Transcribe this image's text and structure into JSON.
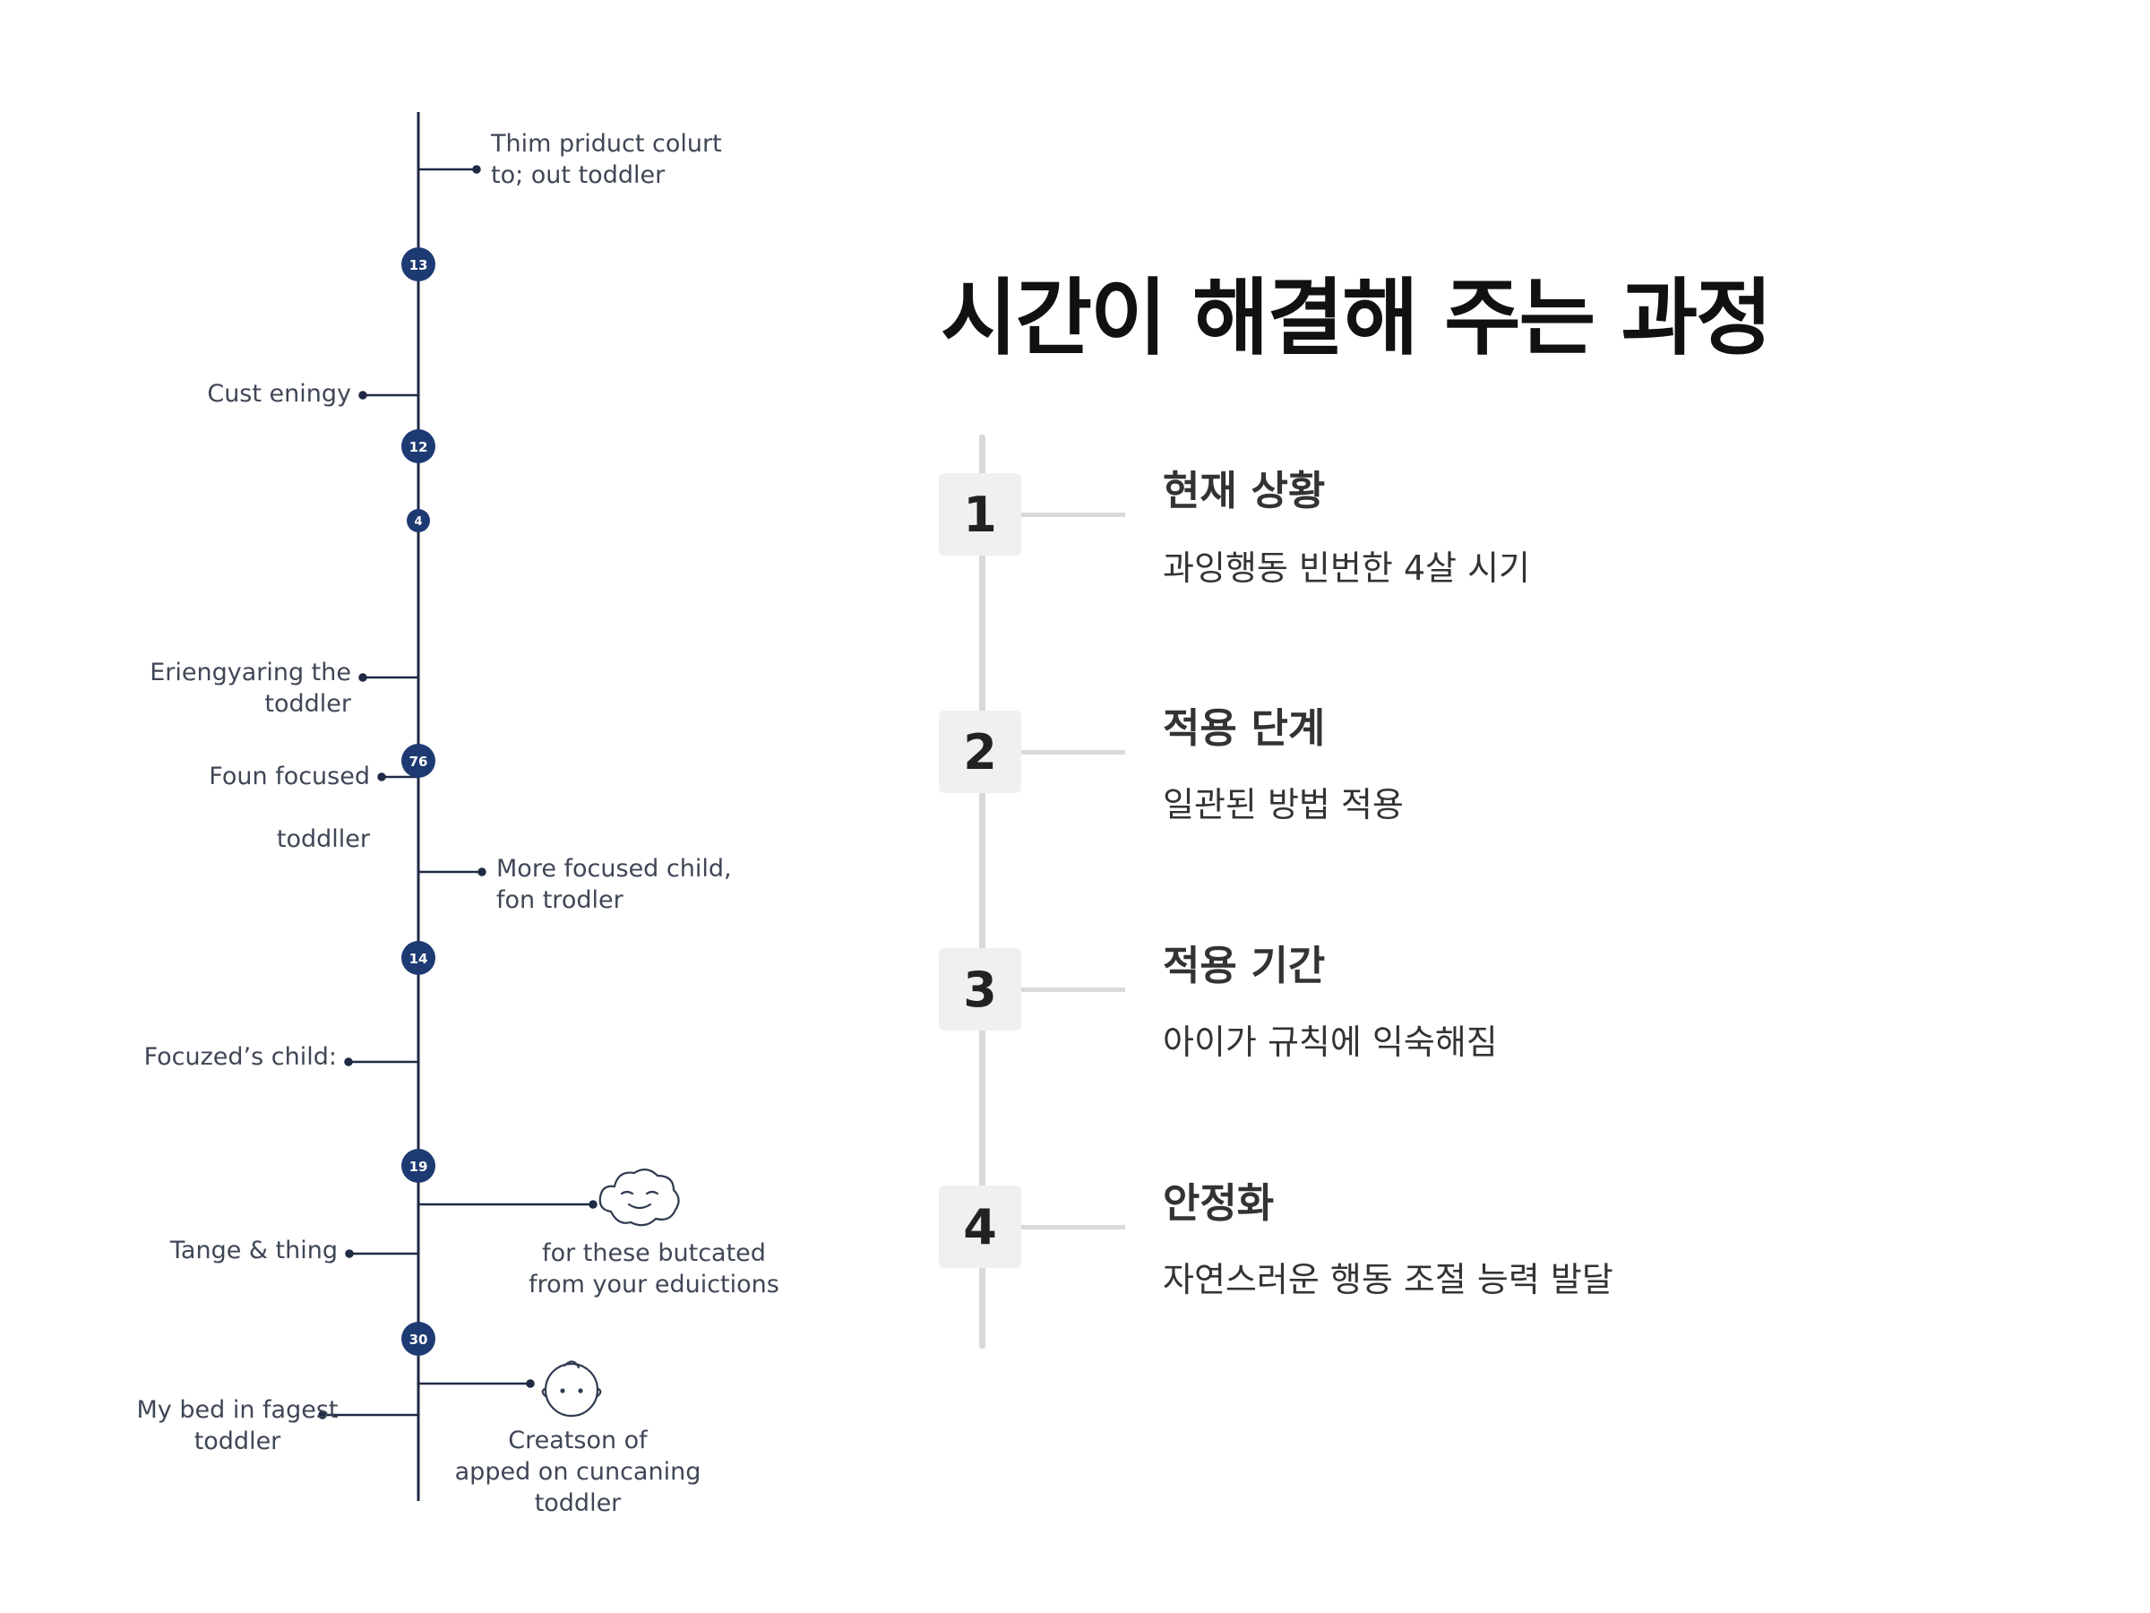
{
  "colors": {
    "timeline_line": "#1f2a44",
    "node_fill": "#1e3a73",
    "timeline_text": "#3f4656",
    "title": "#111111",
    "step_box": "#f1f0ef",
    "rail": "#d9d9d9",
    "step_text": "#333333"
  },
  "timeline": {
    "nodes": [
      {
        "label": "13"
      },
      {
        "label": "12"
      },
      {
        "label": "4"
      },
      {
        "label": "76"
      },
      {
        "label": "14"
      },
      {
        "label": "19"
      },
      {
        "label": "30"
      }
    ],
    "labels": [
      {
        "text": "Thim priduct colurt\nto; out toddler"
      },
      {
        "text": "Cust eningy"
      },
      {
        "text": "Eriengyaring the\ntoddler"
      },
      {
        "text": "Foun focused\n\ntoddller"
      },
      {
        "text": "More focused child,\nfon trodler"
      },
      {
        "text": "Focuzed’s child:"
      },
      {
        "text": "Tange & thing"
      },
      {
        "text": "for these butcated\nfrom your eduictions"
      },
      {
        "text": "My bed in fagest\ntoddler"
      },
      {
        "text": "Creatson of\napped on cuncaning\ntoddler"
      }
    ],
    "icons": [
      "cloud-face-icon",
      "baby-face-icon"
    ]
  },
  "process": {
    "title": "시간이 해결해 주는 과정",
    "steps": [
      {
        "number": "1",
        "title": "현재 상황",
        "desc": "과잉행동 빈번한 4살 시기"
      },
      {
        "number": "2",
        "title": "적용 단계",
        "desc": "일관된 방법 적용"
      },
      {
        "number": "3",
        "title": "적용 기간",
        "desc": "아이가 규칙에 익숙해짐"
      },
      {
        "number": "4",
        "title": "안정화",
        "desc": "자연스러운 행동 조절 능력 발달"
      }
    ]
  }
}
